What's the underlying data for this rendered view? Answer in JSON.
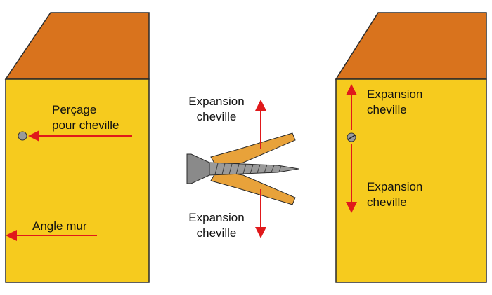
{
  "colors": {
    "wall_face": "#F6CB1E",
    "wall_top": "#D9731D",
    "outline": "#2a2a2a",
    "arrow": "#E0191B",
    "metal": "#8a8a8a",
    "plug": "#E8A23A",
    "background": "#ffffff"
  },
  "left_panel": {
    "hole_label_line1": "Perçage",
    "hole_label_line2": "pour cheville",
    "corner_label": "Angle mur"
  },
  "center_panel": {
    "top_label_line1": "Expansion",
    "top_label_line2": "cheville",
    "bottom_label_line1": "Expansion",
    "bottom_label_line2": "cheville"
  },
  "right_panel": {
    "top_label_line1": "Expansion",
    "top_label_line2": "cheville",
    "bottom_label_line1": "Expansion",
    "bottom_label_line2": "cheville"
  }
}
